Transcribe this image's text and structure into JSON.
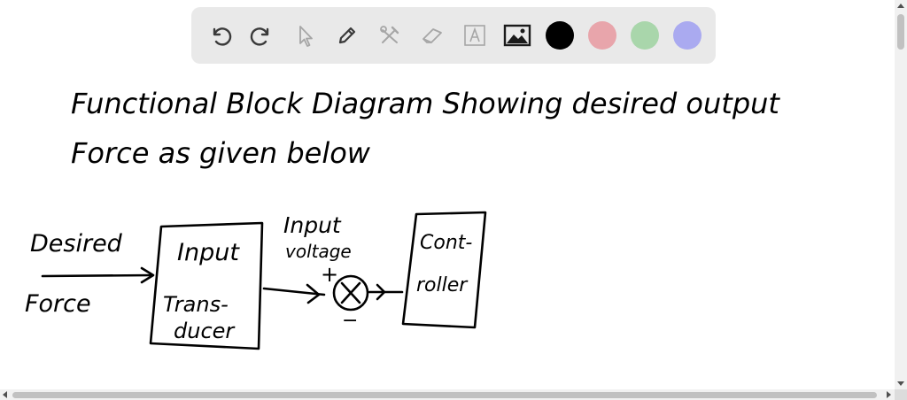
{
  "toolbar": {
    "tools": [
      {
        "name": "undo-icon"
      },
      {
        "name": "redo-icon"
      },
      {
        "name": "pointer-icon"
      },
      {
        "name": "pen-icon"
      },
      {
        "name": "tools-icon"
      },
      {
        "name": "eraser-icon"
      },
      {
        "name": "text-icon"
      },
      {
        "name": "image-icon"
      }
    ],
    "colors": [
      "#000000",
      "#e8a5ab",
      "#a9d6ab",
      "#aaaaf0"
    ]
  },
  "notes": {
    "line1": "Functional Block Diagram Showing desired output",
    "line2": "Force as given below",
    "desired": "Desired",
    "force": "Force",
    "input": "Input",
    "trans": "Trans-",
    "ducer": "ducer",
    "input_voltage_1": "Input",
    "input_voltage_2": "voltage",
    "plus": "+",
    "minus": "−",
    "cont": "Cont-",
    "roller": "roller"
  }
}
